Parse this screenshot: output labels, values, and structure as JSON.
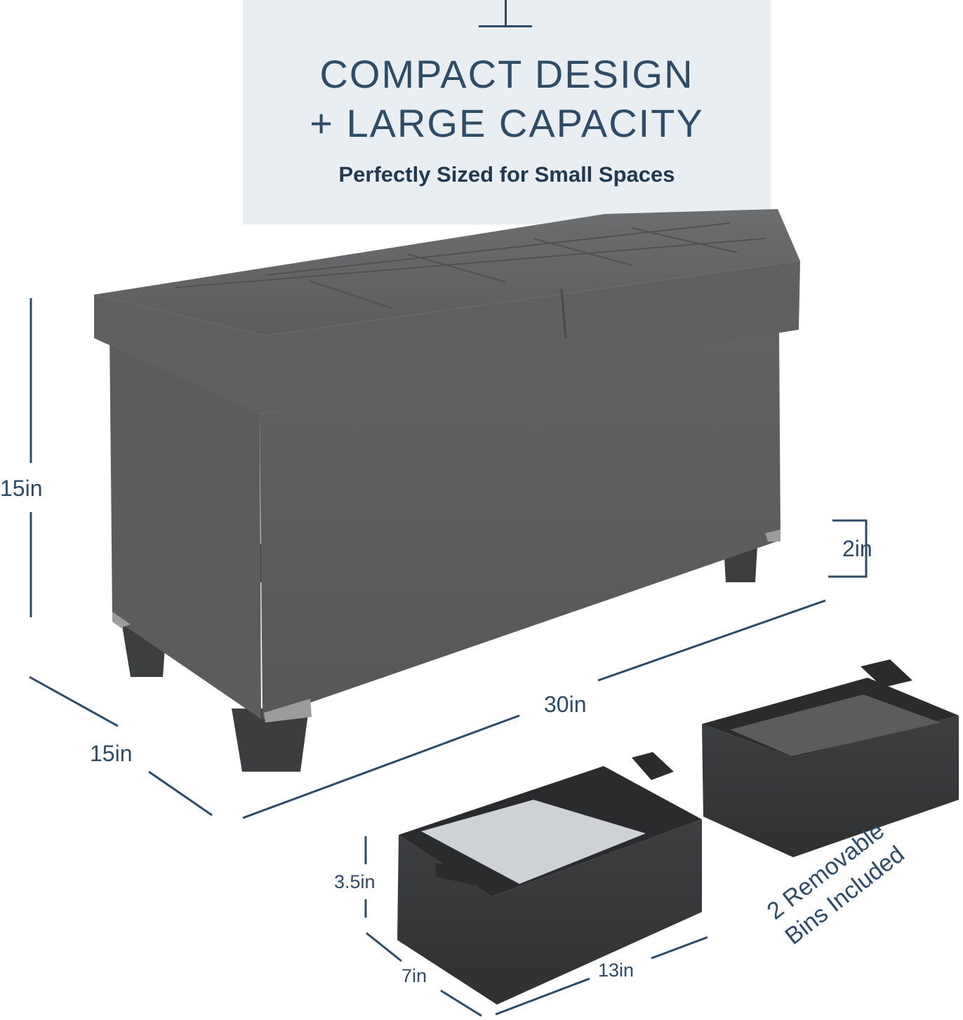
{
  "header": {
    "headline_line1": "COMPACT DESIGN",
    "headline_line2": "+ LARGE CAPACITY",
    "subheadline": "Perfectly Sized for Small Spaces"
  },
  "dimensions": {
    "bench_height": "15in",
    "bench_depth": "15in",
    "bench_width": "30in",
    "leg_height": "2in",
    "bin_height": "3.5in",
    "bin_depth": "7in",
    "bin_width": "13in"
  },
  "bins_label": {
    "line1": "2 Removable",
    "line2": "Bins Included"
  },
  "colors": {
    "accent": "#2d4a66",
    "panel": "#e9eef2",
    "bench": "#5f6163",
    "bins": "#3a3b3d"
  }
}
